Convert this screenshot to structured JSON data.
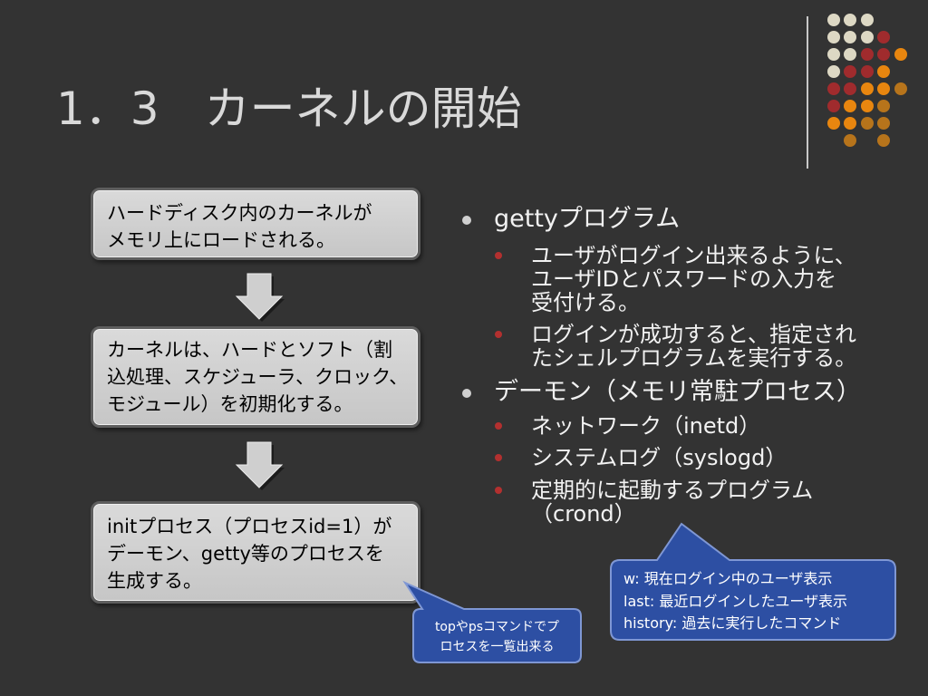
{
  "slide": {
    "title": "1．3　カーネルの開始"
  },
  "palette": {
    "background": "#333333",
    "title_text": "#d9d9d9",
    "body_text": "#f2f2f2",
    "dot_beige": "#ddd8c4",
    "dot_red": "#a02b2d",
    "dot_orange": "#e8860f",
    "dot_brown": "#b7741b",
    "box_fill": "#c6c6c6",
    "callout_fill": "#2d4fa3",
    "callout_border": "#7f97d4",
    "bullet": "#d0d0d0",
    "sub_bullet": "#b3302f"
  },
  "flow": {
    "steps": [
      {
        "lines": [
          "ハードディスク内のカーネルが",
          "メモリ上にロードされる。"
        ]
      },
      {
        "lines": [
          "カーネルは、ハードとソフト（割",
          "込処理、スケジューラ、クロック、",
          "モジュール）を初期化する。"
        ]
      },
      {
        "lines": [
          "initプロセス（プロセスid=1）が",
          "デーモン、getty等のプロセスを",
          "生成する。"
        ]
      }
    ]
  },
  "bullets": [
    {
      "text": "gettyプログラム",
      "sub": [
        {
          "lines": [
            "ユーザがログイン出来るように、",
            "ユーザIDとパスワードの入力を",
            "受付ける。"
          ]
        },
        {
          "lines": [
            "ログインが成功すると、指定され",
            "たシェルプログラムを実行する。"
          ]
        }
      ]
    },
    {
      "text": "デーモン（メモリ常駐プロセス）",
      "sub": [
        {
          "lines": [
            "ネットワーク（inetd）"
          ]
        },
        {
          "lines": [
            "システムログ（syslogd）"
          ]
        },
        {
          "lines": [
            "定期的に起動するプログラム",
            "（crond）"
          ]
        }
      ]
    }
  ],
  "callouts": [
    {
      "lines": [
        "topやpsコマンドでプ",
        "ロセスを一覧出来る"
      ]
    },
    {
      "lines": [
        "w: 現在ログイン中のユーザ表示",
        "last: 最近ログインしたユーザ表示",
        "history: 過去に実行したコマンド"
      ]
    }
  ]
}
